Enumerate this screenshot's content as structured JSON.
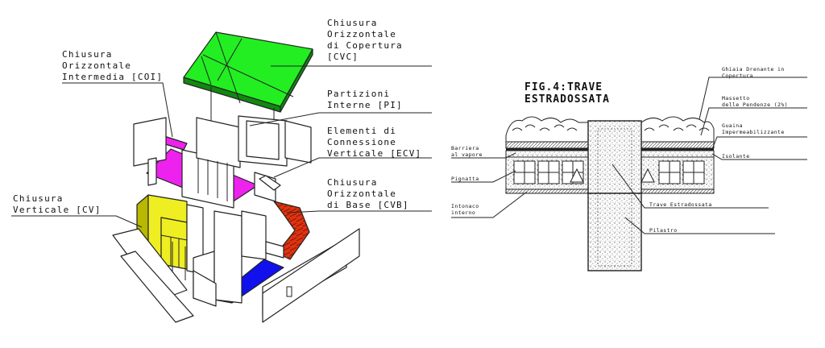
{
  "left_diagram": {
    "labels": {
      "cvc": [
        "Chiusura",
        "Orizzontale",
        "di Copertura",
        "[CVC]"
      ],
      "coi": [
        "Chiusura",
        "Orizzontale",
        "Intermedia [COI]"
      ],
      "pi": [
        "Partizioni",
        "Interne [PI]"
      ],
      "ecv": [
        "Elementi di",
        "Connessione",
        "Verticale [ECV]"
      ],
      "cv": [
        "Chiusura",
        "Verticale [CV]"
      ],
      "cvb": [
        "Chiusura",
        "Orizzontale",
        "di Base [CVB]"
      ]
    },
    "colors": {
      "roof": "#22ee22",
      "roof_side": "#118811",
      "intermediate": "#ee22ee",
      "vertical": "#eeee22",
      "vertical_side": "#b8b800",
      "base": "#1111ee",
      "stairs": "#dd3311"
    }
  },
  "right_diagram": {
    "title": [
      "FIG.4:TRAVE",
      "ESTRADOSSATA"
    ],
    "labels": {
      "ghiaia": [
        "Ghiaia Drenante in",
        "Copertura"
      ],
      "massetto": [
        "Massetto",
        "delle Pendenze (2%)"
      ],
      "guaina": [
        "Guaina",
        "Impermeabilizzante"
      ],
      "isolante": "Isolante",
      "barriera": [
        "Barriera",
        "al vapore"
      ],
      "pignatta": "Pignatta",
      "intonaco": [
        "Intonaco",
        "interno"
      ],
      "trave": "Trave Estradossata",
      "pilastro": "Pilastro"
    }
  }
}
